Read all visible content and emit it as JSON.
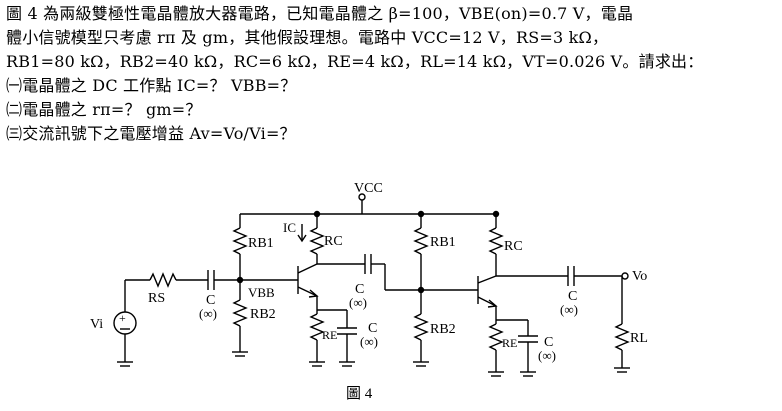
{
  "problem": {
    "line1": "圖 4 為兩級雙極性電晶體放大器電路，已知電晶體之 β=100，VBE(on)=0.7 V，電晶",
    "line2": "體小信號模型只考慮 rπ 及 gm，其他假設理想。電路中 VCC=12 V，RS=3 kΩ，",
    "line3": "RB1=80 kΩ，RB2=40 kΩ，RC=6 kΩ，RE=4 kΩ，RL=14 kΩ，VT=0.026 V。請求出：",
    "q1": "㈠電晶體之 DC 工作點 IC=？ VBB=？",
    "q2": "㈡電晶體之 rπ=？ gm=？",
    "q3": "㈢交流訊號下之電壓增益 Av=Vo/Vi=？"
  },
  "circuit": {
    "vcc": "VCC",
    "rb1": "RB1",
    "rb2": "RB2",
    "rc": "RC",
    "re": "RE",
    "rs": "RS",
    "rl": "RL",
    "c": "C",
    "inf": "(∞)",
    "ic": "IC",
    "vbb": "VBB",
    "vi": "Vi",
    "vo": "Vo",
    "caption": "圖 4"
  }
}
